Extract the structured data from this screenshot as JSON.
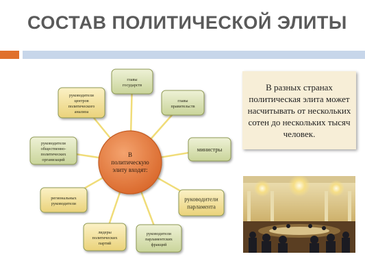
{
  "title": "СОСТАВ ПОЛИТИЧЕСКОЙ ЭЛИТЫ",
  "center": {
    "lines": [
      "В",
      "политическую",
      "элиту входят:"
    ]
  },
  "nodes": [
    {
      "id": "heads-of-state",
      "lines": [
        "главы",
        "государств"
      ]
    },
    {
      "id": "heads-of-government",
      "lines": [
        "главы",
        "правительств"
      ]
    },
    {
      "id": "ministers",
      "lines": [
        "министры"
      ]
    },
    {
      "id": "parliament-leaders",
      "lines": [
        "руководители",
        "парламента"
      ]
    },
    {
      "id": "faction-leaders",
      "lines": [
        "руководители",
        "парламентских",
        "фракций"
      ]
    },
    {
      "id": "party-leaders",
      "lines": [
        "лидеры",
        "политических",
        "партий"
      ]
    },
    {
      "id": "regional-leaders",
      "lines": [
        "региональных",
        "руководители"
      ]
    },
    {
      "id": "public-org-leaders",
      "lines": [
        "руководители",
        "общественно-",
        "политических",
        "организаций"
      ]
    },
    {
      "id": "political-center-leaders",
      "lines": [
        "руководители",
        "центров",
        "политического",
        "анализа"
      ]
    }
  ],
  "info_text": "В разных странах политическая элита может насчитывать от нескольких сотен до нескольких тысяч человек.",
  "colors": {
    "title": "#5a5a5a",
    "band_orange": "#e0702c",
    "band_blue": "#c7d6ea",
    "center_fill": "#e07a3c",
    "node_fill_green": "#dbe4b8",
    "node_fill_yellow": "#f3e3a0",
    "node_border": "#8f9a55",
    "spoke": "#f0dc78",
    "infobox_fill": "#f7eed7"
  },
  "photo": {
    "icon": "hall-meeting-photo"
  }
}
